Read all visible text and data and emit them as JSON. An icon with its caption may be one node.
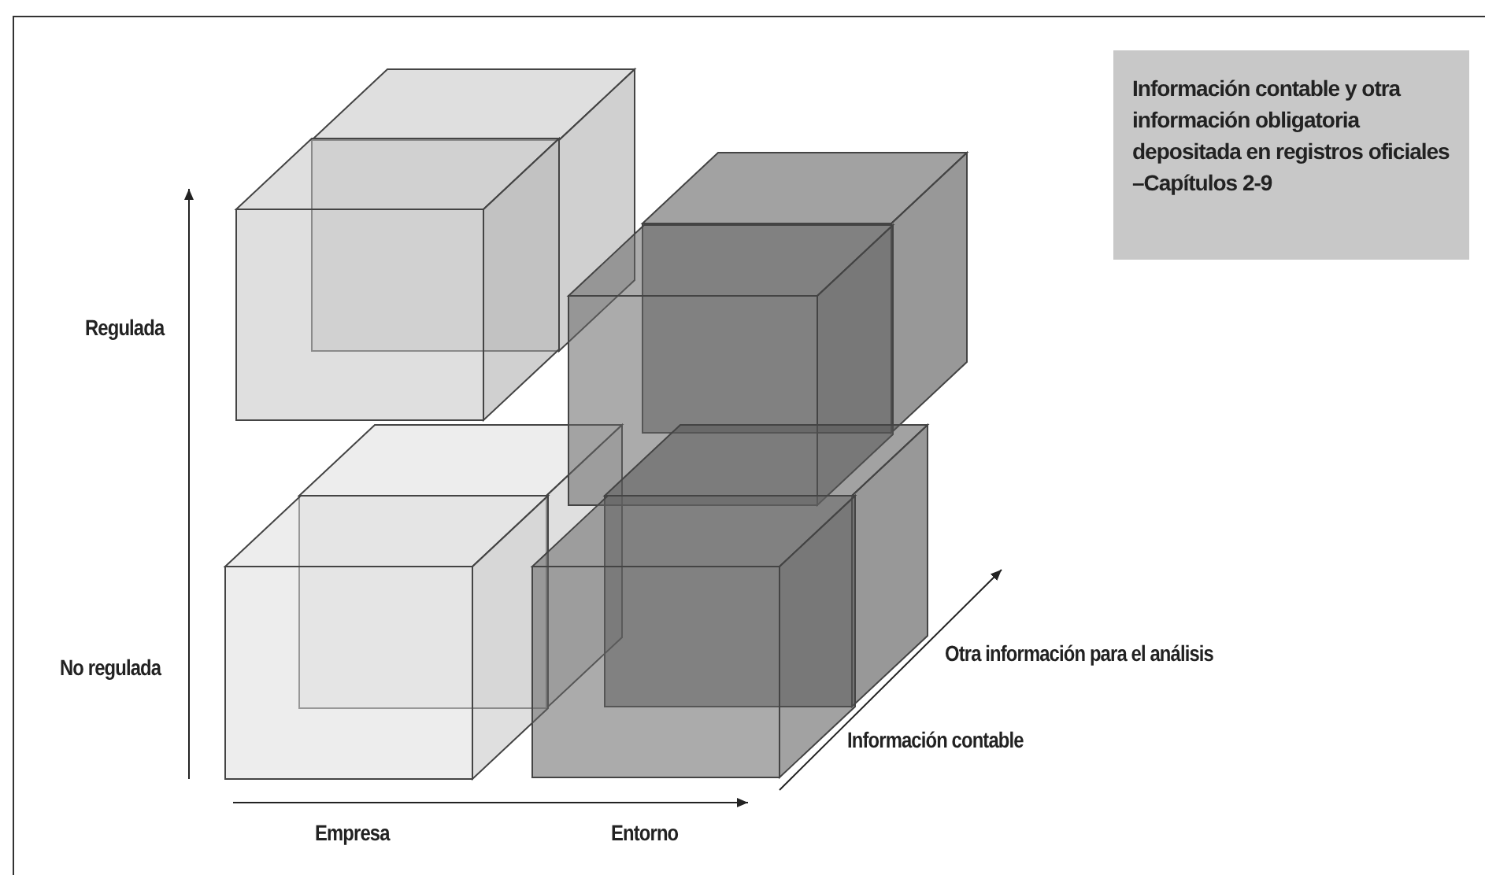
{
  "diagram": {
    "nodes": [
      {
        "text": [
          "Información contable y otra información obligatoria depositada en registros oficiales –Capítulos 2-9"
        ]
      }
    ],
    "edges": [],
    "labels": [
      "Regulada",
      "No regulada",
      "Otra información para el análisis",
      "Información contable",
      "Empresa",
      "Entorno"
    ]
  }
}
